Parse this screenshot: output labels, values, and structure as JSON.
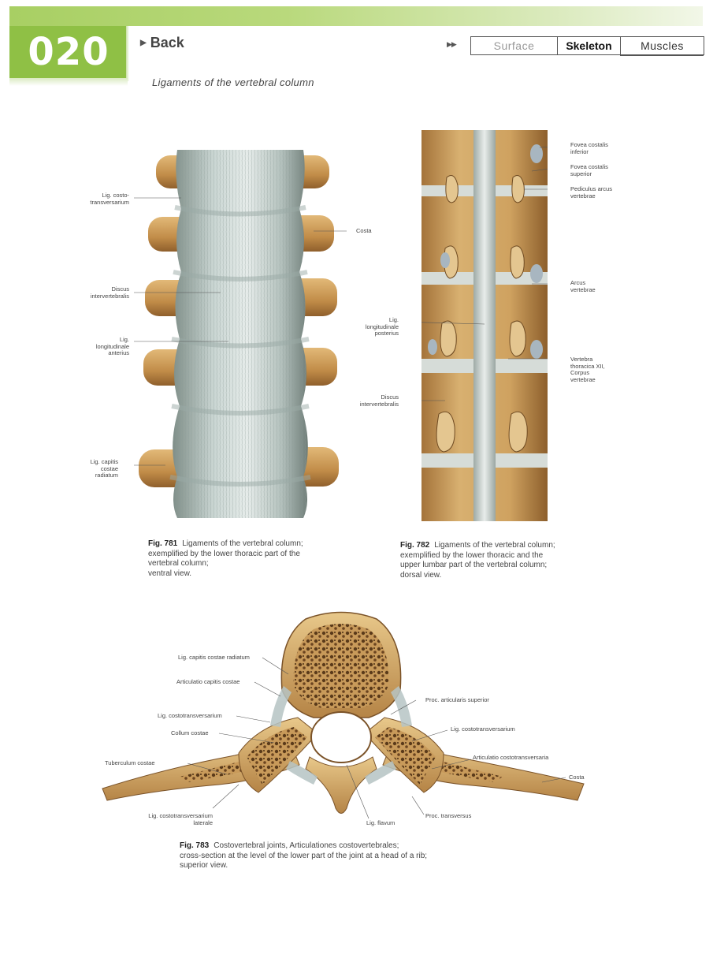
{
  "header": {
    "page_number": "020",
    "back_label": "Back",
    "tabs": [
      "Surface",
      "Skeleton",
      "Muscles"
    ],
    "active_tab": "Skeleton",
    "subtitle": "Ligaments of the vertebral column"
  },
  "fig781": {
    "labels": {
      "costotransversarium": "Lig. costo-\ntransversarium",
      "costa": "Costa",
      "discus": "Discus\nintervertebralis",
      "long_ant": "Lig.\nlongitudinale\nanterius",
      "capitis": "Lig. capitis\ncostae\nradiatum"
    },
    "caption_num": "Fig. 781",
    "caption": "Ligaments of the vertebral column;\nexemplified by the lower thoracic part of the\nvertebral column;\nventral view."
  },
  "fig782": {
    "labels": {
      "fovea_inf": "Fovea costalis\ninferior",
      "fovea_sup": "Fovea costalis\nsuperior",
      "pediculus": "Pediculus arcus\nvertebrae",
      "arcus": "Arcus\nvertebrae",
      "long_post": "Lig.\nlongitudinale\nposterius",
      "vertebra": "Vertebra\nthoracica XII,\nCorpus\nvertebrae",
      "discus": "Discus\nintervertebralis"
    },
    "caption_num": "Fig. 782",
    "caption": "Ligaments of the vertebral column;\nexemplified by the lower thoracic and the\nupper lumbar part of the vertebral column;\ndorsal view."
  },
  "fig783": {
    "labels": {
      "capitis_rad": "Lig. capitis costae radiatum",
      "artic_capitis": "Articulatio capitis costae",
      "costotrans_l": "Lig. costotransversarium",
      "collum": "Collum costae",
      "tuberculum": "Tuberculum costae",
      "costotrans_lat": "Lig. costotransversarium\nlaterale",
      "proc_art": "Proc. articularis superior",
      "costotrans_r": "Lig. costotransversarium",
      "artic_costotrans": "Articulatio costotransversaria",
      "costa": "Costa",
      "proc_trans": "Proc. transversus",
      "flavum": "Lig. flavum"
    },
    "caption_num": "Fig. 783",
    "caption": "Costovertebral joints, Articulationes costovertebrales;\ncross-section at the level of the lower part of the joint at a head of a rib;\nsuperior view."
  },
  "colors": {
    "accent_green": "#8fc045",
    "bone": "#c8a060",
    "ligament": "#b8c8c8"
  }
}
